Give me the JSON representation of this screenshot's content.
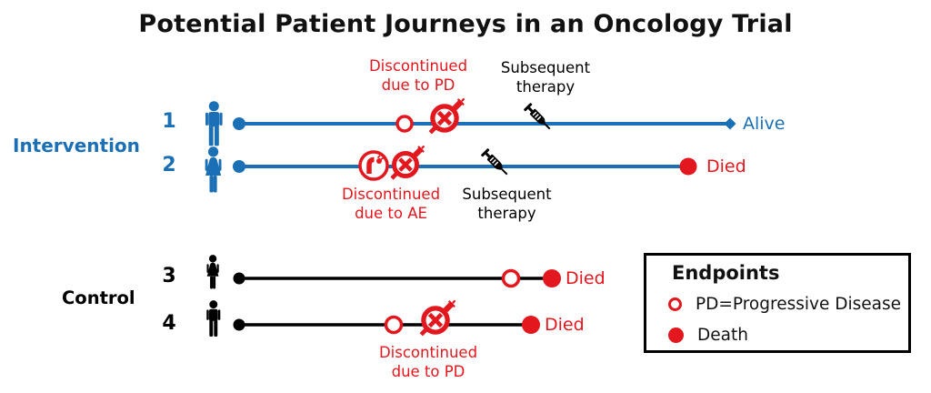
{
  "title": "Potential Patient Journeys in an Oncology Trial",
  "colors": {
    "intervention_blue": "#1b6fb5",
    "event_red": "#e3171e",
    "control_black": "#000000"
  },
  "groups": {
    "intervention": "Intervention",
    "control": "Control"
  },
  "rows": [
    {
      "num": "1",
      "group": "Intervention",
      "patient_icon": "man-icon",
      "end_label": "Alive"
    },
    {
      "num": "2",
      "group": "Intervention",
      "patient_icon": "woman-icon",
      "end_label": "Died"
    },
    {
      "num": "3",
      "group": "Control",
      "patient_icon": "woman-icon",
      "end_label": "Died"
    },
    {
      "num": "4",
      "group": "Control",
      "patient_icon": "man-icon",
      "end_label": "Died"
    }
  ],
  "annotations": {
    "row1_discontinued": "Discontinued\ndue to PD",
    "row1_subsequent": "Subsequent\ntherapy",
    "row2_discontinued": "Discontinued\ndue to AE",
    "row2_subsequent": "Subsequent\ntherapy",
    "row4_discontinued": "Discontinued\ndue to PD"
  },
  "icons": {
    "discontinued_drug": "no-drug-icon",
    "adverse_event": "adverse-event-icon",
    "subsequent_therapy": "syringe-icon",
    "pd": "open-red-circle",
    "death": "filled-red-circle",
    "alive": "blue-diamond"
  },
  "legend": {
    "title": "Endpoints",
    "items": [
      {
        "marker": "open-red-circle",
        "label": "PD=Progressive Disease"
      },
      {
        "marker": "filled-red-circle",
        "label": "Death"
      }
    ]
  }
}
